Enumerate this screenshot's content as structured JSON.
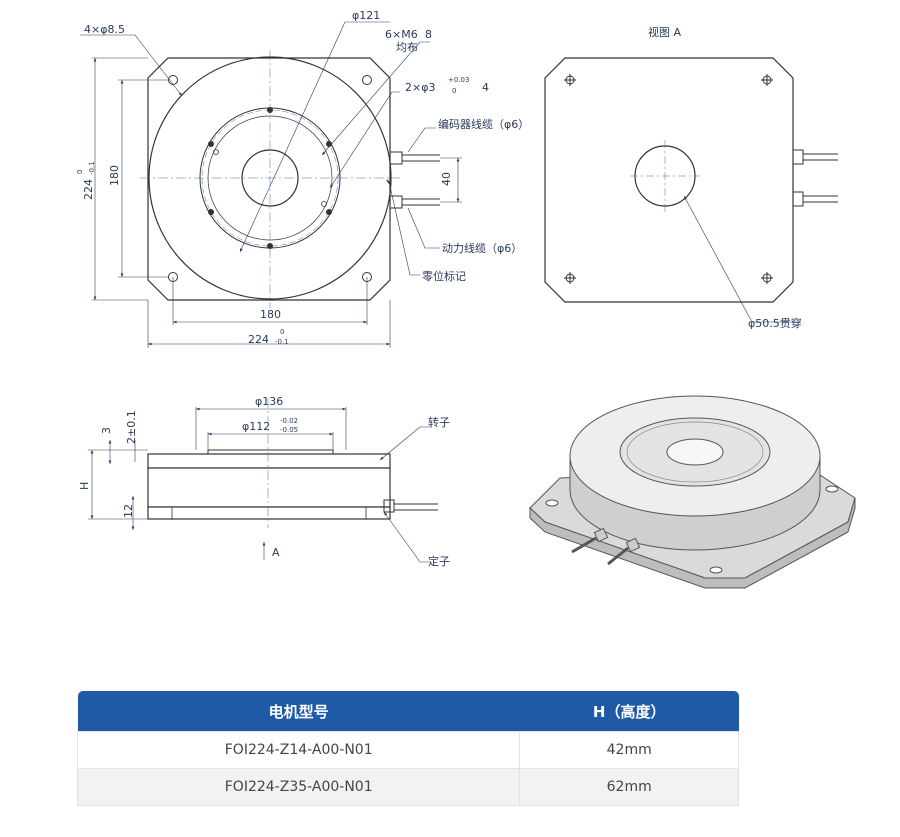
{
  "views": {
    "top_view": {
      "hole_spec": "4×φ8.5",
      "dia_rotor": "φ121",
      "thread_spec": "6×M6",
      "thread_depth": "8",
      "thread_even": "均布",
      "pin_spec": "2×φ3",
      "pin_tol_upper": "+0.03",
      "pin_tol_lower": "0",
      "pin_depth": "4",
      "encoder_cable": "编码器线缆（φ6）",
      "power_cable": "动力线缆（φ6）",
      "zero_mark": "零位标记",
      "cable_spacing": "40",
      "dim_180_v": "180",
      "dim_224_v": "224",
      "dim_180_h": "180",
      "dim_224_h": "224",
      "tol_upper": "0",
      "tol_lower": "-0.1"
    },
    "bottom_view": {
      "title": "视图 A",
      "through_hole": "φ50.5贯穿"
    },
    "side_view": {
      "dia_136": "φ136",
      "dia_112": "φ112",
      "tol_112_upper": "-0.02",
      "tol_112_lower": "-0.05",
      "dim_3": "3",
      "dim_2": "2±0.1",
      "dim_h": "H",
      "dim_12": "12",
      "rotor": "转子",
      "stator": "定子",
      "view_arrow": "A"
    }
  },
  "table": {
    "headers": [
      "电机型号",
      "H（高度）"
    ],
    "rows": [
      [
        "FOI224-Z14-A00-N01",
        "42mm"
      ],
      [
        "FOI224-Z35-A00-N01",
        "62mm"
      ]
    ]
  }
}
